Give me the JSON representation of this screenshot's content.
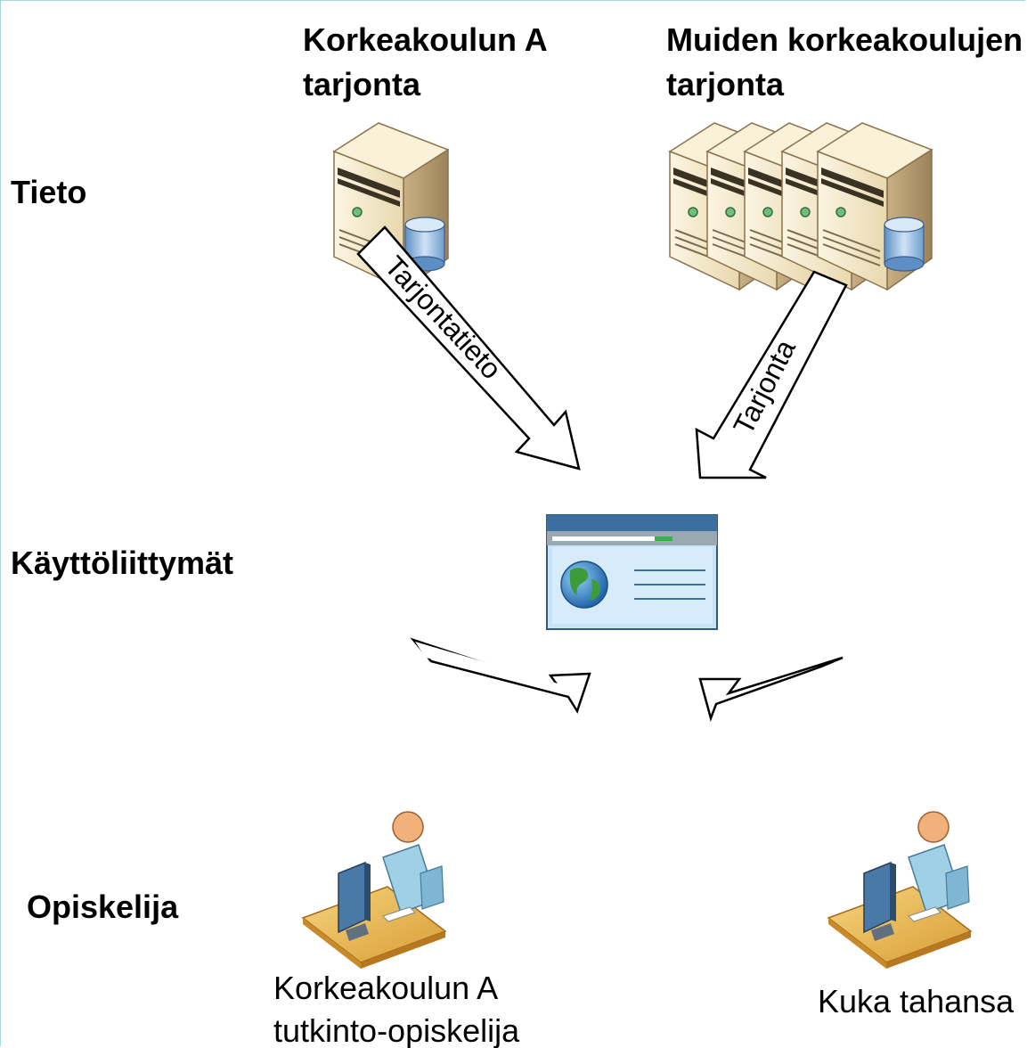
{
  "rows": {
    "data": "Tieto",
    "interfaces": "Käyttöliittymät",
    "student": "Opiskelija"
  },
  "sources": {
    "own": {
      "line1": "Korkeakoulun A",
      "line2": "tarjonta",
      "icon": "server-database-icon"
    },
    "others": {
      "line1": "Muiden korkeakoulujen",
      "line2": "tarjonta",
      "icon": "server-cluster-database-icon"
    }
  },
  "flows": {
    "own_to_ui": "Tarjontatieto",
    "others_to_ui": "Tarjonta"
  },
  "interface": {
    "icon": "web-browser-globe-icon"
  },
  "actors": {
    "degree_student": {
      "line1": "Korkeakoulun A",
      "line2": "tutkinto-opiskelija",
      "icon": "user-workstation-icon"
    },
    "anyone": {
      "line1": "Kuka tahansa",
      "icon": "user-workstation-icon"
    }
  },
  "colors": {
    "frame": "#a9d8dc",
    "server_body": "#f0e4c0",
    "server_side": "#b49a6e",
    "database": "#8fb7dd",
    "browser_header": "#3b6f9f",
    "browser_body": "#c8e3f5",
    "desk": "#e9b84f",
    "person_shirt": "#9fd0e6",
    "person_head": "#f2b07a",
    "monitor": "#4a79a8"
  }
}
